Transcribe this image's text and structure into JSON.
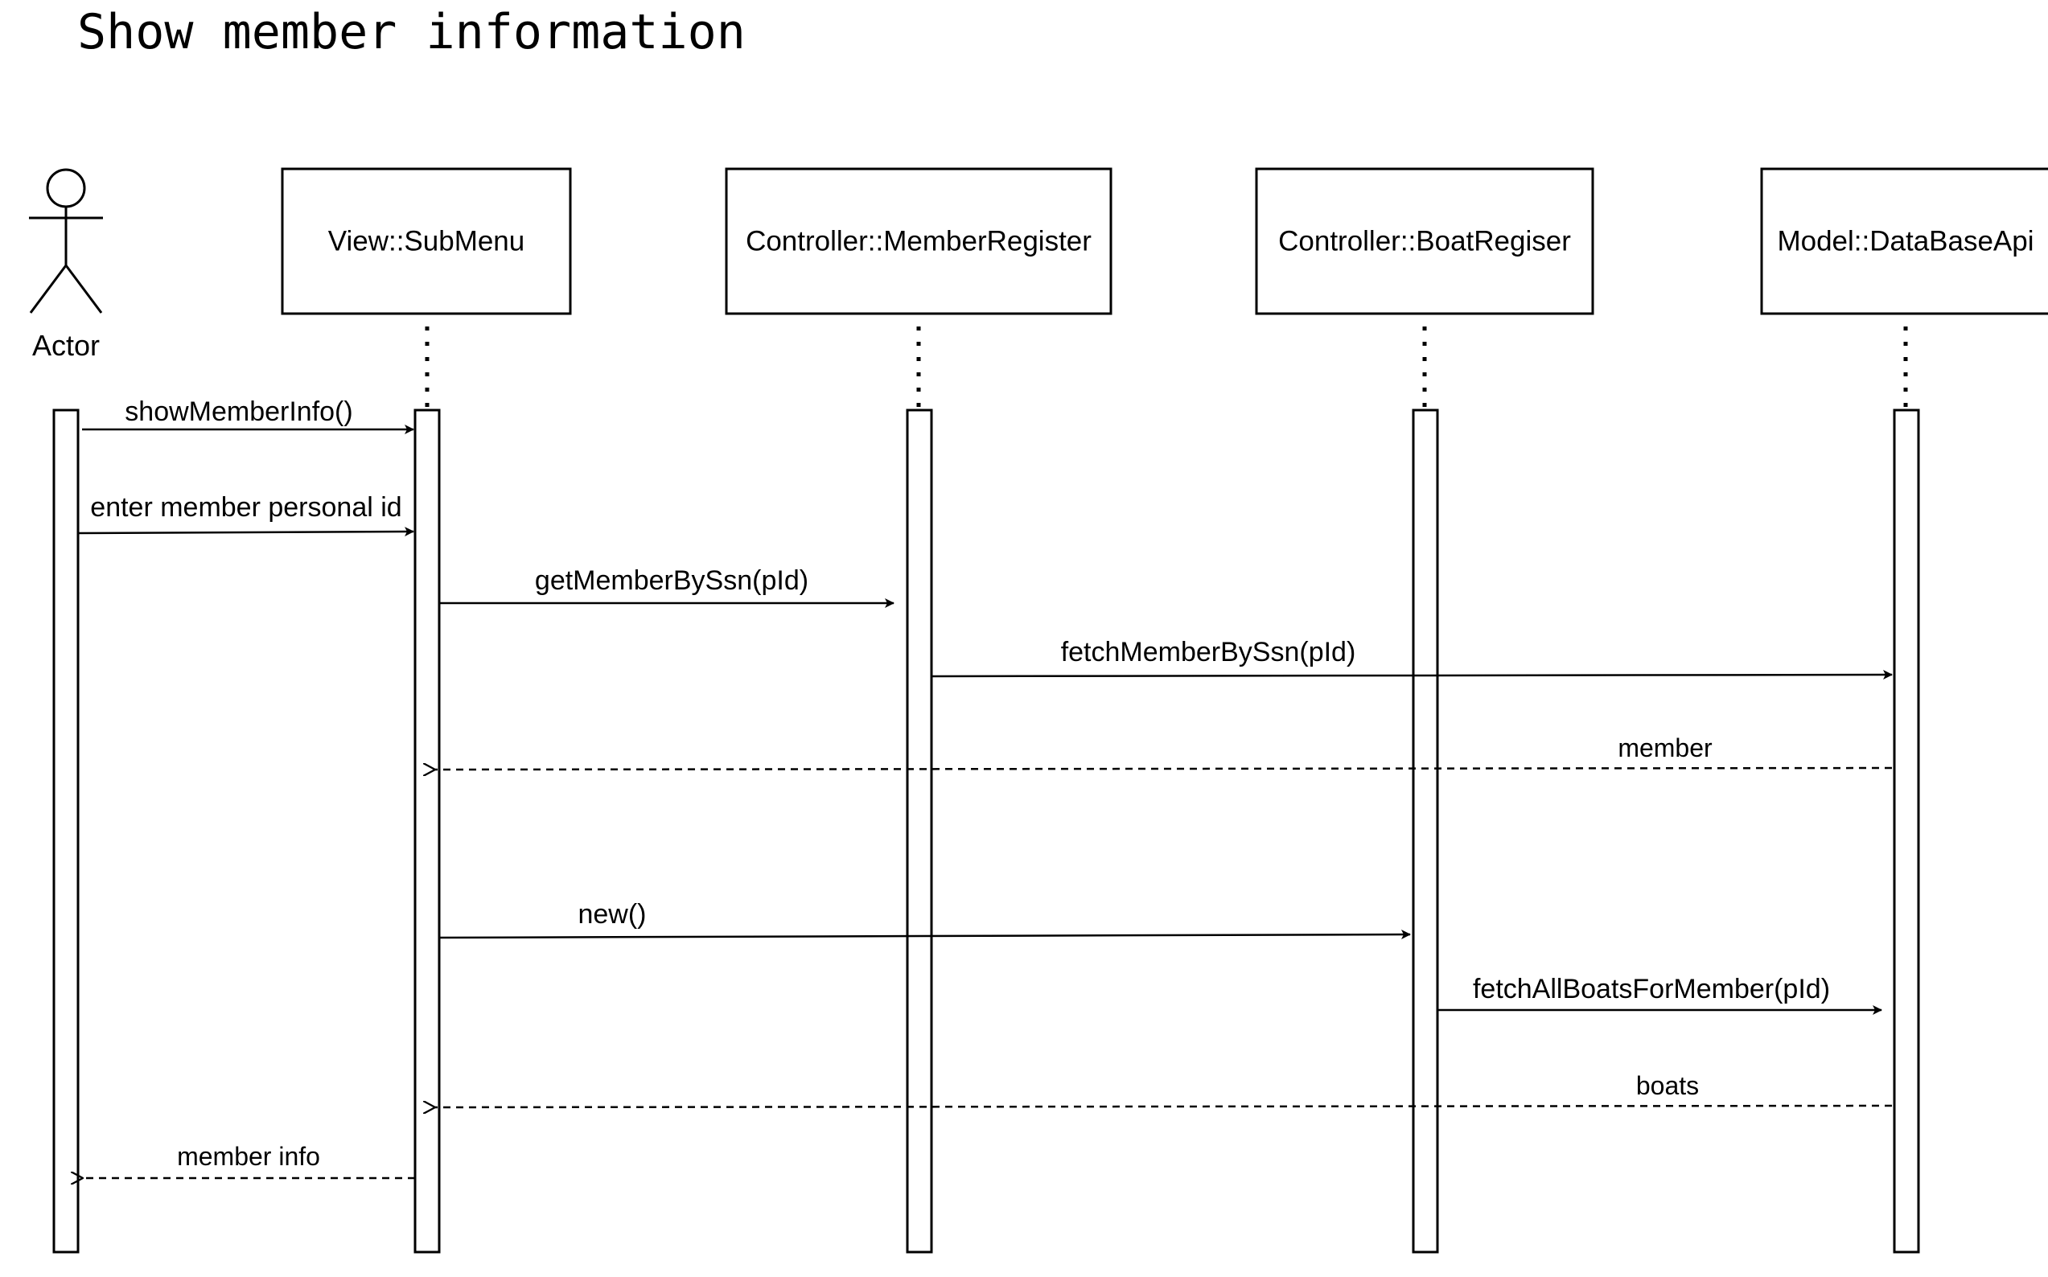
{
  "title": "Show member information",
  "actor": {
    "label": "Actor"
  },
  "participants": [
    {
      "id": "submenu",
      "label": "View::SubMenu"
    },
    {
      "id": "memberregister",
      "label": "Controller::MemberRegister"
    },
    {
      "id": "boatregiser",
      "label": "Controller::BoatRegiser"
    },
    {
      "id": "databaseapi",
      "label": "Model::DataBaseApi"
    }
  ],
  "messages": [
    {
      "label": "showMemberInfo()",
      "from": "actor",
      "to": "submenu",
      "type": "sync"
    },
    {
      "label": "enter member personal id",
      "from": "actor",
      "to": "submenu",
      "type": "sync"
    },
    {
      "label": "getMemberBySsn(pId)",
      "from": "submenu",
      "to": "memberregister",
      "type": "sync"
    },
    {
      "label": "fetchMemberBySsn(pId)",
      "from": "memberregister",
      "to": "databaseapi",
      "type": "sync"
    },
    {
      "label": "member",
      "from": "databaseapi",
      "to": "submenu",
      "type": "return"
    },
    {
      "label": "new()",
      "from": "submenu",
      "to": "boatregiser",
      "type": "sync"
    },
    {
      "label": "fetchAllBoatsForMember(pId)",
      "from": "boatregiser",
      "to": "databaseapi",
      "type": "sync"
    },
    {
      "label": "boats",
      "from": "databaseapi",
      "to": "submenu",
      "type": "return"
    },
    {
      "label": "member info",
      "from": "submenu",
      "to": "actor",
      "type": "return"
    }
  ]
}
